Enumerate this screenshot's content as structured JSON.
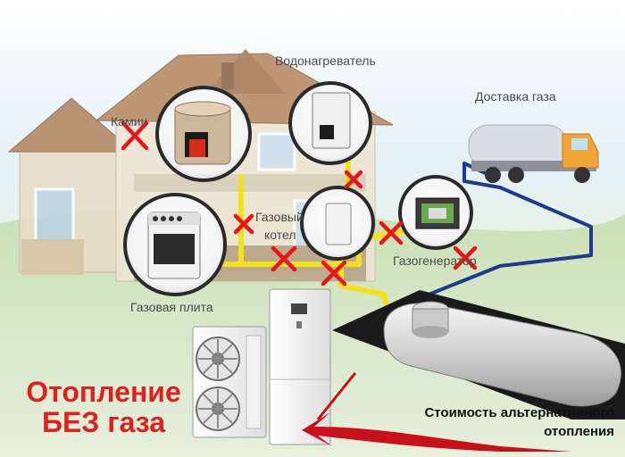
{
  "labels": {
    "water_heater": "Водонагреватель",
    "gas_delivery": "Доставка газа",
    "fireplace": "Камин",
    "gas_boiler_line1": "Газовый",
    "gas_boiler_line2": "котел",
    "gas_generator": "Газогенератор",
    "gas_stove": "Газовая плита"
  },
  "headline": {
    "line1": "Отопление",
    "line2": "БЕЗ газа"
  },
  "caption": {
    "line1": "Стоимость альтернативного",
    "line2": "отопления"
  },
  "colors": {
    "accent_red": "#e02020",
    "pipe_yellow": "#f2e21a",
    "pipe_blue": "#1e3a8a",
    "cross_red": "#e8161a"
  }
}
